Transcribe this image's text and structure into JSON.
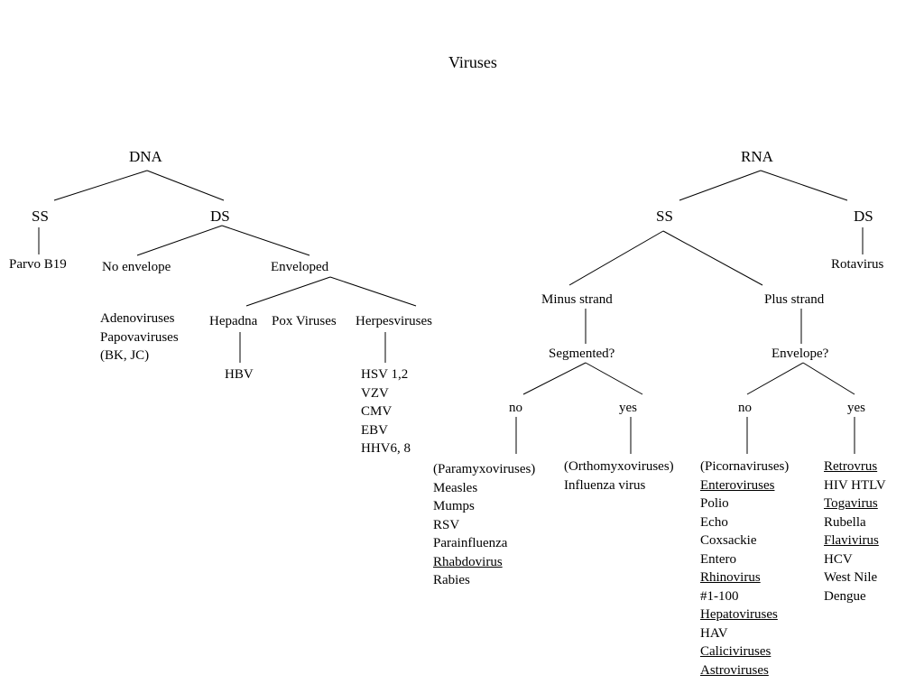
{
  "title": "Viruses",
  "dna": {
    "label": "DNA",
    "ss": {
      "label": "SS",
      "child": "Parvo B19"
    },
    "ds": {
      "label": "DS",
      "no_envelope": {
        "label": "No envelope",
        "members": [
          "Adenoviruses",
          "Papovaviruses",
          "(BK, JC)"
        ]
      },
      "enveloped": {
        "label": "Enveloped",
        "hepadna": {
          "label": "Hepadna",
          "members": [
            "HBV"
          ]
        },
        "pox": {
          "label": "Pox Viruses"
        },
        "herpes": {
          "label": "Herpesviruses",
          "members": [
            "HSV 1,2",
            "VZV",
            "CMV",
            "EBV",
            "HHV6, 8"
          ]
        }
      }
    }
  },
  "rna": {
    "label": "RNA",
    "ds": {
      "label": "DS",
      "child": "Rotavirus"
    },
    "ss": {
      "label": "SS",
      "minus": {
        "label": "Minus strand",
        "question": "Segmented?",
        "no": {
          "label": "no",
          "members": [
            "(Paramyxoviruses)",
            "Measles",
            "Mumps",
            "RSV",
            "Parainfluenza",
            "Rhabdovirus",
            "Rabies"
          ]
        },
        "yes": {
          "label": "yes",
          "members": [
            "(Orthomyxoviruses)",
            "Influenza virus"
          ]
        }
      },
      "plus": {
        "label": "Plus strand",
        "question": "Envelope?",
        "no": {
          "label": "no",
          "members": [
            "(Picornaviruses)",
            "Enteroviruses",
            "Polio",
            "Echo",
            "Coxsackie",
            "Entero",
            "Rhinovirus",
            "#1-100",
            "Hepatoviruses",
            "HAV",
            "Caliciviruses",
            "Astroviruses"
          ]
        },
        "yes": {
          "label": "yes",
          "members": [
            "Retrovrus",
            "HIV HTLV",
            "Togavirus",
            "Rubella",
            "Flavivirus",
            "HCV",
            "West Nile",
            "Dengue"
          ]
        }
      }
    }
  }
}
